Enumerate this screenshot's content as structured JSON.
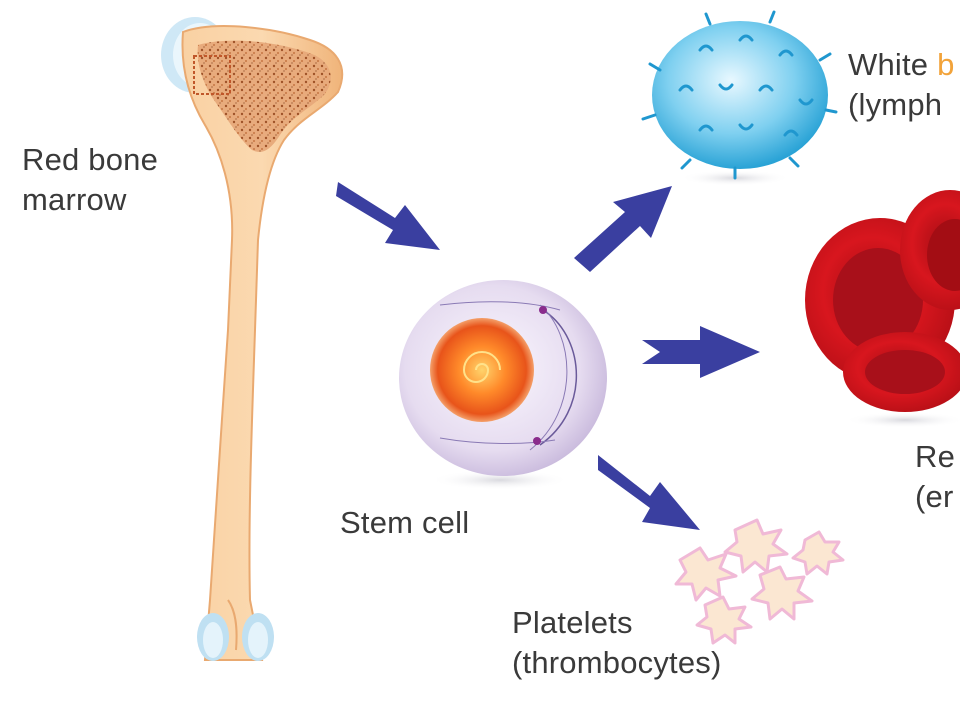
{
  "labels": {
    "bone_marrow": {
      "line1": "Red bone",
      "line2": "marrow"
    },
    "stem_cell": "Stem cell",
    "white_blood_cells": {
      "line1_a": "White ",
      "line1_b": "b",
      "line2": "(lymph"
    },
    "red_blood_cells": {
      "line1": "Re",
      "line2": "(er"
    },
    "platelets": {
      "line1": "Platelets",
      "line2": "(thrombocytes)"
    }
  },
  "colors": {
    "bone": "#f7c48f",
    "marrow": "#d9935c",
    "arrow": "#3a3fa0",
    "stem_cell": "#ddd3ea",
    "stem_nucleus": "#f06a1f",
    "white_cell": "#48b6e0",
    "red_cell": "#d8141c",
    "platelet": "#f5d4e6"
  },
  "icons": [
    "bone-icon",
    "stem-cell-icon",
    "white-blood-cell-icon",
    "red-blood-cell-icon",
    "platelets-icon",
    "arrow-icon"
  ]
}
